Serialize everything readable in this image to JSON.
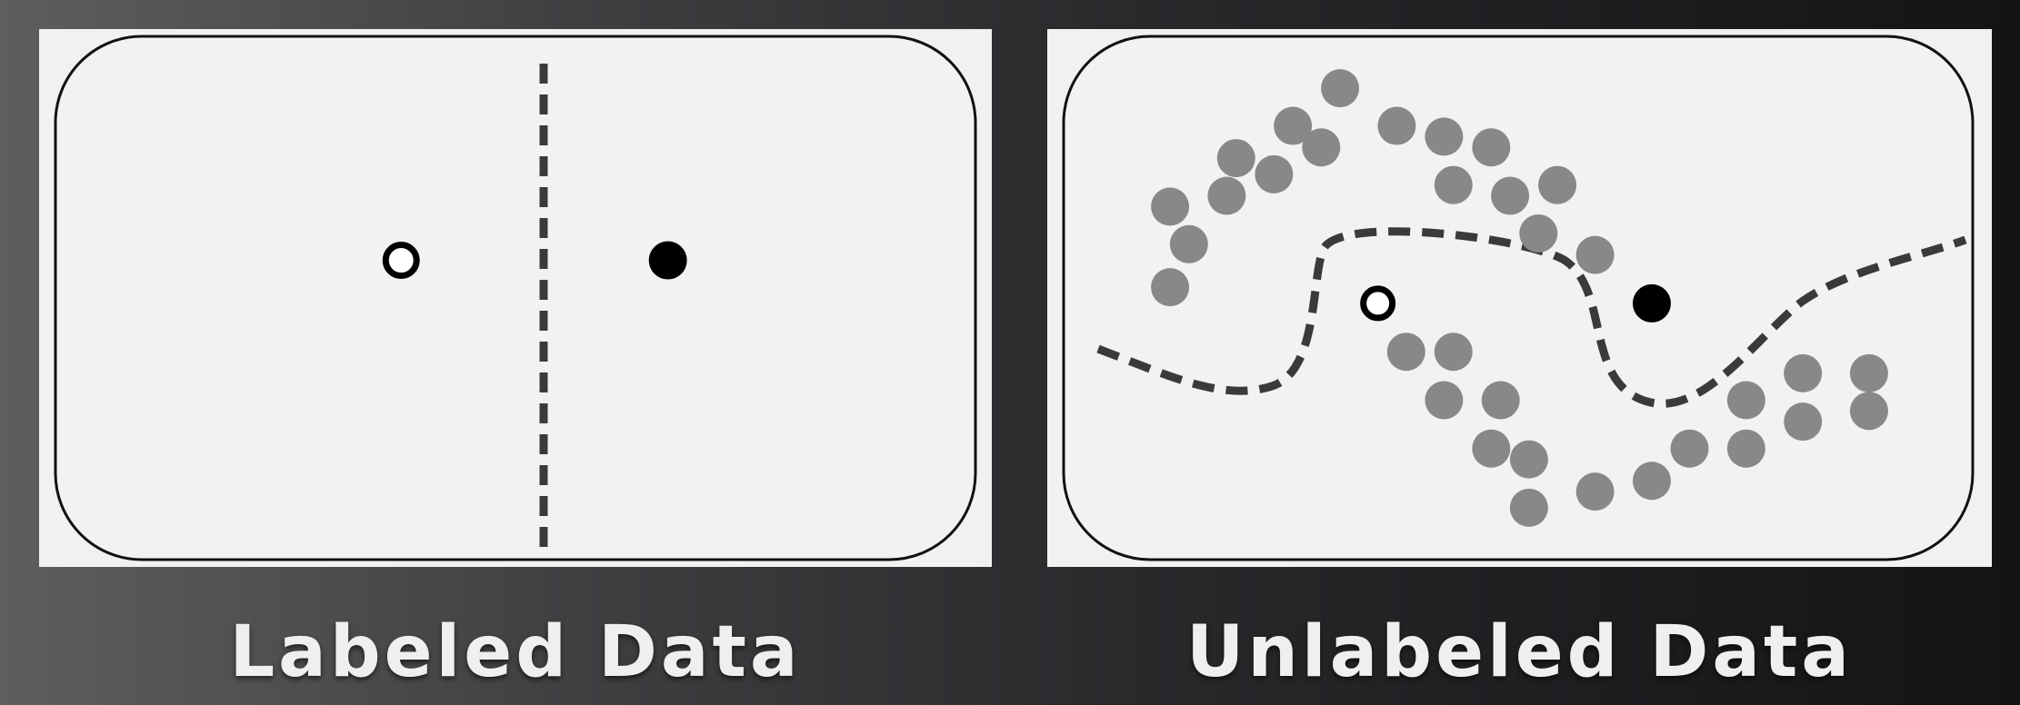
{
  "panels": [
    {
      "caption": "Labeled Data",
      "points": [
        {
          "x": 0.38,
          "y": 0.43,
          "label": "unfilled"
        },
        {
          "x": 0.66,
          "y": 0.43,
          "label": "filled"
        }
      ],
      "boundary": "vertical"
    },
    {
      "caption": "Unlabeled Data",
      "points": [
        {
          "x": 0.35,
          "y": 0.51,
          "label": "unfilled"
        },
        {
          "x": 0.64,
          "y": 0.51,
          "label": "filled"
        }
      ],
      "boundary": "curved",
      "unlabeled_points": [
        [
          0.13,
          0.33
        ],
        [
          0.15,
          0.4
        ],
        [
          0.13,
          0.48
        ],
        [
          0.19,
          0.31
        ],
        [
          0.2,
          0.24
        ],
        [
          0.24,
          0.27
        ],
        [
          0.26,
          0.18
        ],
        [
          0.29,
          0.22
        ],
        [
          0.31,
          0.11
        ],
        [
          0.37,
          0.18
        ],
        [
          0.42,
          0.2
        ],
        [
          0.47,
          0.22
        ],
        [
          0.43,
          0.29
        ],
        [
          0.49,
          0.31
        ],
        [
          0.54,
          0.29
        ],
        [
          0.52,
          0.38
        ],
        [
          0.58,
          0.42
        ],
        [
          0.38,
          0.6
        ],
        [
          0.43,
          0.6
        ],
        [
          0.42,
          0.69
        ],
        [
          0.48,
          0.69
        ],
        [
          0.47,
          0.78
        ],
        [
          0.51,
          0.8
        ],
        [
          0.51,
          0.89
        ],
        [
          0.58,
          0.86
        ],
        [
          0.64,
          0.84
        ],
        [
          0.68,
          0.78
        ],
        [
          0.74,
          0.78
        ],
        [
          0.74,
          0.69
        ],
        [
          0.8,
          0.73
        ],
        [
          0.8,
          0.64
        ],
        [
          0.87,
          0.64
        ],
        [
          0.87,
          0.71
        ]
      ]
    }
  ]
}
